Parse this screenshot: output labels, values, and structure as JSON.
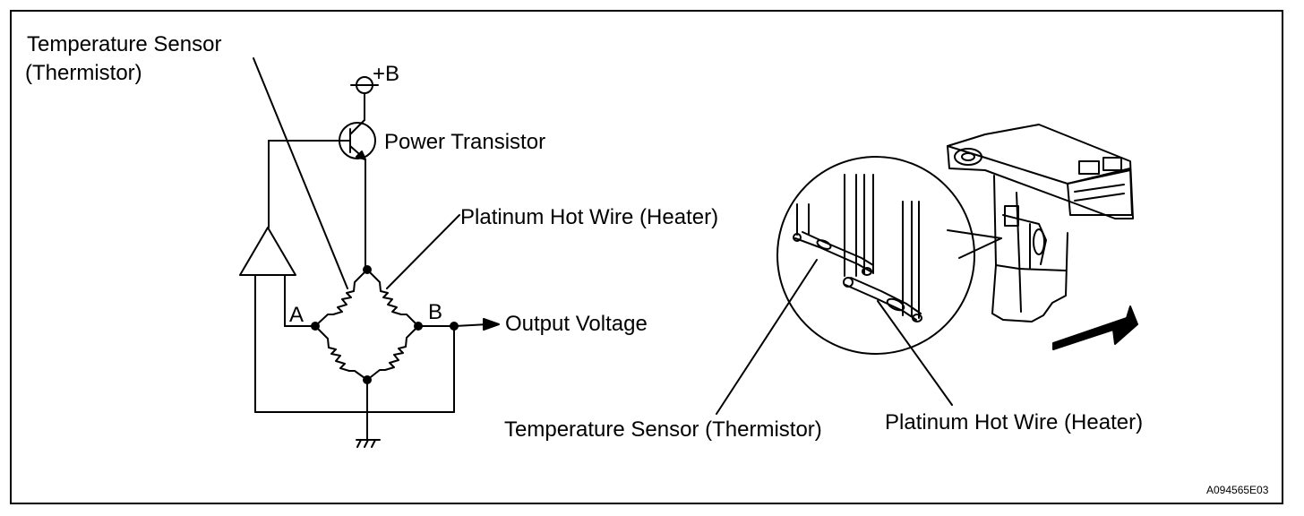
{
  "labels": {
    "temp_sensor_line1": "Temperature Sensor",
    "temp_sensor_line2": "(Thermistor)",
    "supply": "+B",
    "power_transistor": "Power Transistor",
    "hot_wire": "Platinum Hot Wire (Heater)",
    "node_a": "A",
    "node_b": "B",
    "output_voltage": "Output Voltage",
    "detail_temp_sensor": "Temperature Sensor (Thermistor)",
    "detail_hot_wire": "Platinum Hot Wire (Heater)",
    "figure_id": "A094565E03"
  }
}
